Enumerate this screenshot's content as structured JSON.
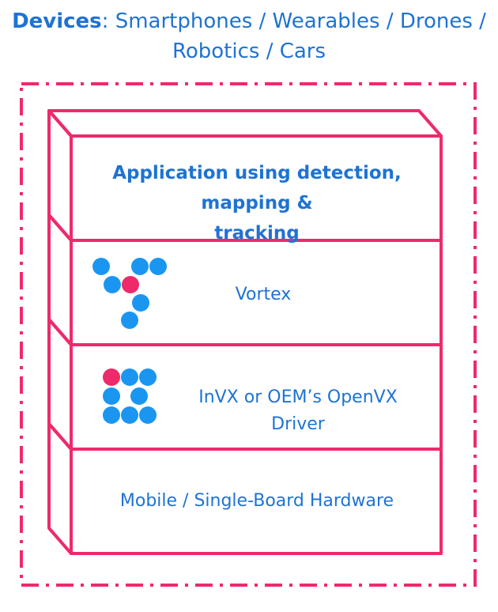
{
  "header": {
    "label": "Devices",
    "list_line1": ": Smartphones / Wearables / Drones /",
    "list_line2": "Robotics / Cars"
  },
  "layers": {
    "application": {
      "line1": "Application using detection, mapping &",
      "line2": "tracking"
    },
    "vortex": {
      "label": "Vortex",
      "icon": "vortex-logo-icon"
    },
    "driver": {
      "label": "InVX or OEM’s OpenVX Driver",
      "icon": "invx-logo-icon"
    },
    "hardware": {
      "label": "Mobile / Single-Board Hardware"
    }
  },
  "colors": {
    "accent_pink": "#ee2a6b",
    "text_blue": "#1e73d2",
    "dot_blue": "#1a96f0"
  }
}
